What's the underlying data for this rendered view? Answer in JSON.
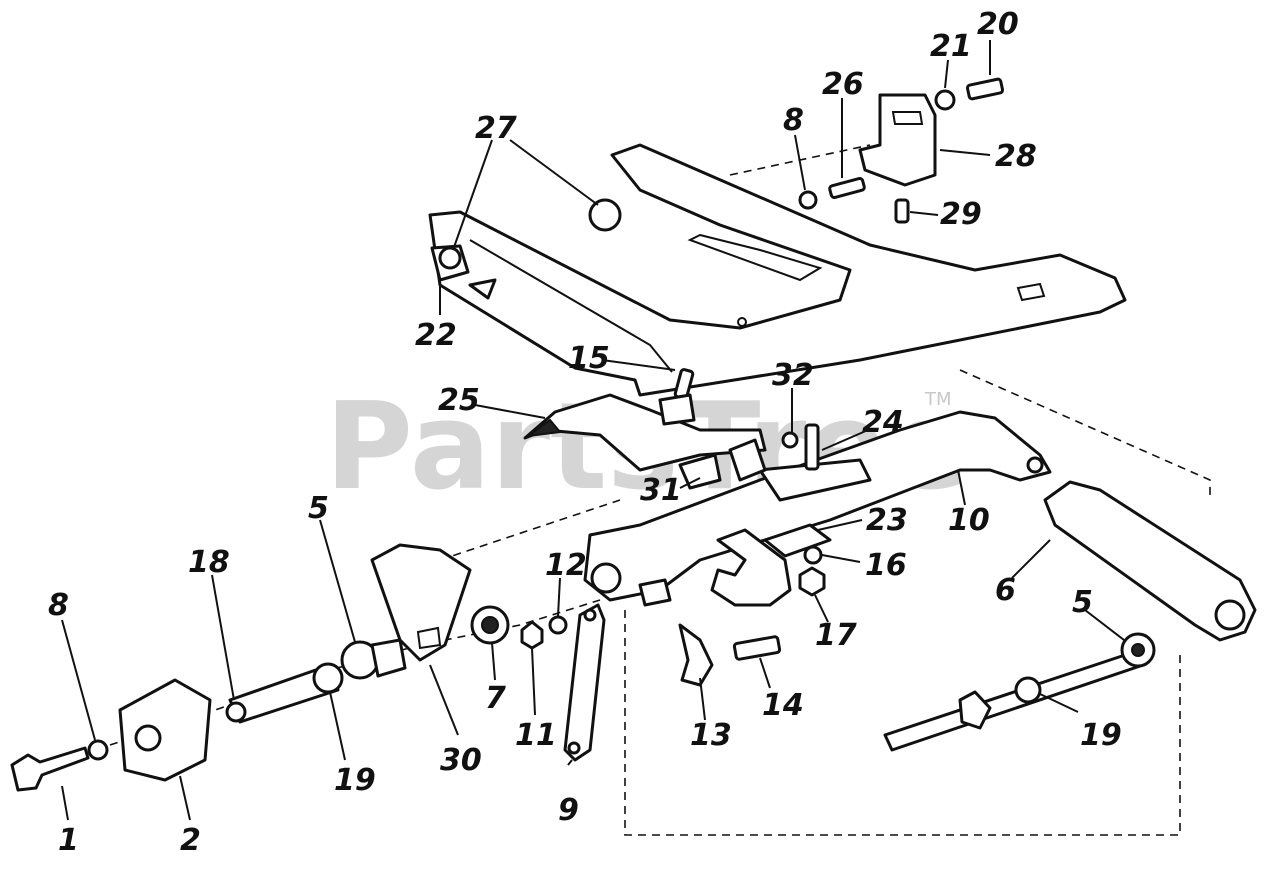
{
  "watermark": {
    "text": "PartsTree",
    "trademark": "TM"
  },
  "callouts": {
    "c1": "1",
    "c2": "2",
    "c5a": "5",
    "c5b": "5",
    "c6": "6",
    "c7": "7",
    "c8a": "8",
    "c8b": "8",
    "c9": "9",
    "c10": "10",
    "c11": "11",
    "c12": "12",
    "c13": "13",
    "c14": "14",
    "c15": "15",
    "c16": "16",
    "c17": "17",
    "c18": "18",
    "c19a": "19",
    "c19b": "19",
    "c20": "20",
    "c21": "21",
    "c22": "22",
    "c23": "23",
    "c24": "24",
    "c25": "25",
    "c26": "26",
    "c27": "27",
    "c28": "28",
    "c29": "29",
    "c30": "30",
    "c31": "31",
    "c32": "32"
  }
}
